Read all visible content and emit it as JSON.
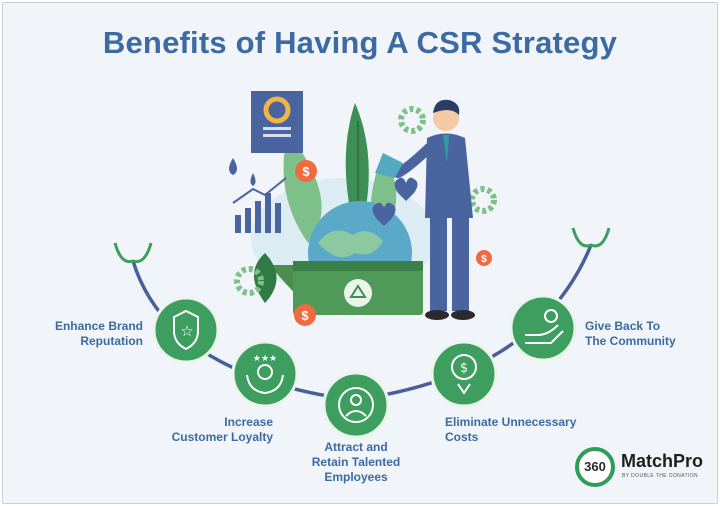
{
  "title": "Benefits of Having A CSR Strategy",
  "benefits": [
    {
      "line1": "Enhance Brand",
      "line2": "Reputation",
      "icon": "shield-star-icon"
    },
    {
      "line1": "Increase",
      "line2": "Customer Loyalty",
      "icon": "hands-person-stars-icon"
    },
    {
      "line1": "Attract and",
      "line2": "Retain Talented",
      "line3": "Employees",
      "icon": "person-circle-icon"
    },
    {
      "line1": "Eliminate Unnecessary",
      "line2": "Costs",
      "icon": "dollar-coin-down-icon"
    },
    {
      "line1": "Give Back To",
      "line2": "The Community",
      "icon": "hand-giving-icon"
    }
  ],
  "brand": {
    "badge": "360",
    "name": "MatchPro",
    "tagline": "BY DOUBLE THE DONATION"
  },
  "colors": {
    "title": "#3c6aa2",
    "circle": "#3d9e5f",
    "arc": "#4a5f9a",
    "accent_orange": "#ef6b3f"
  }
}
